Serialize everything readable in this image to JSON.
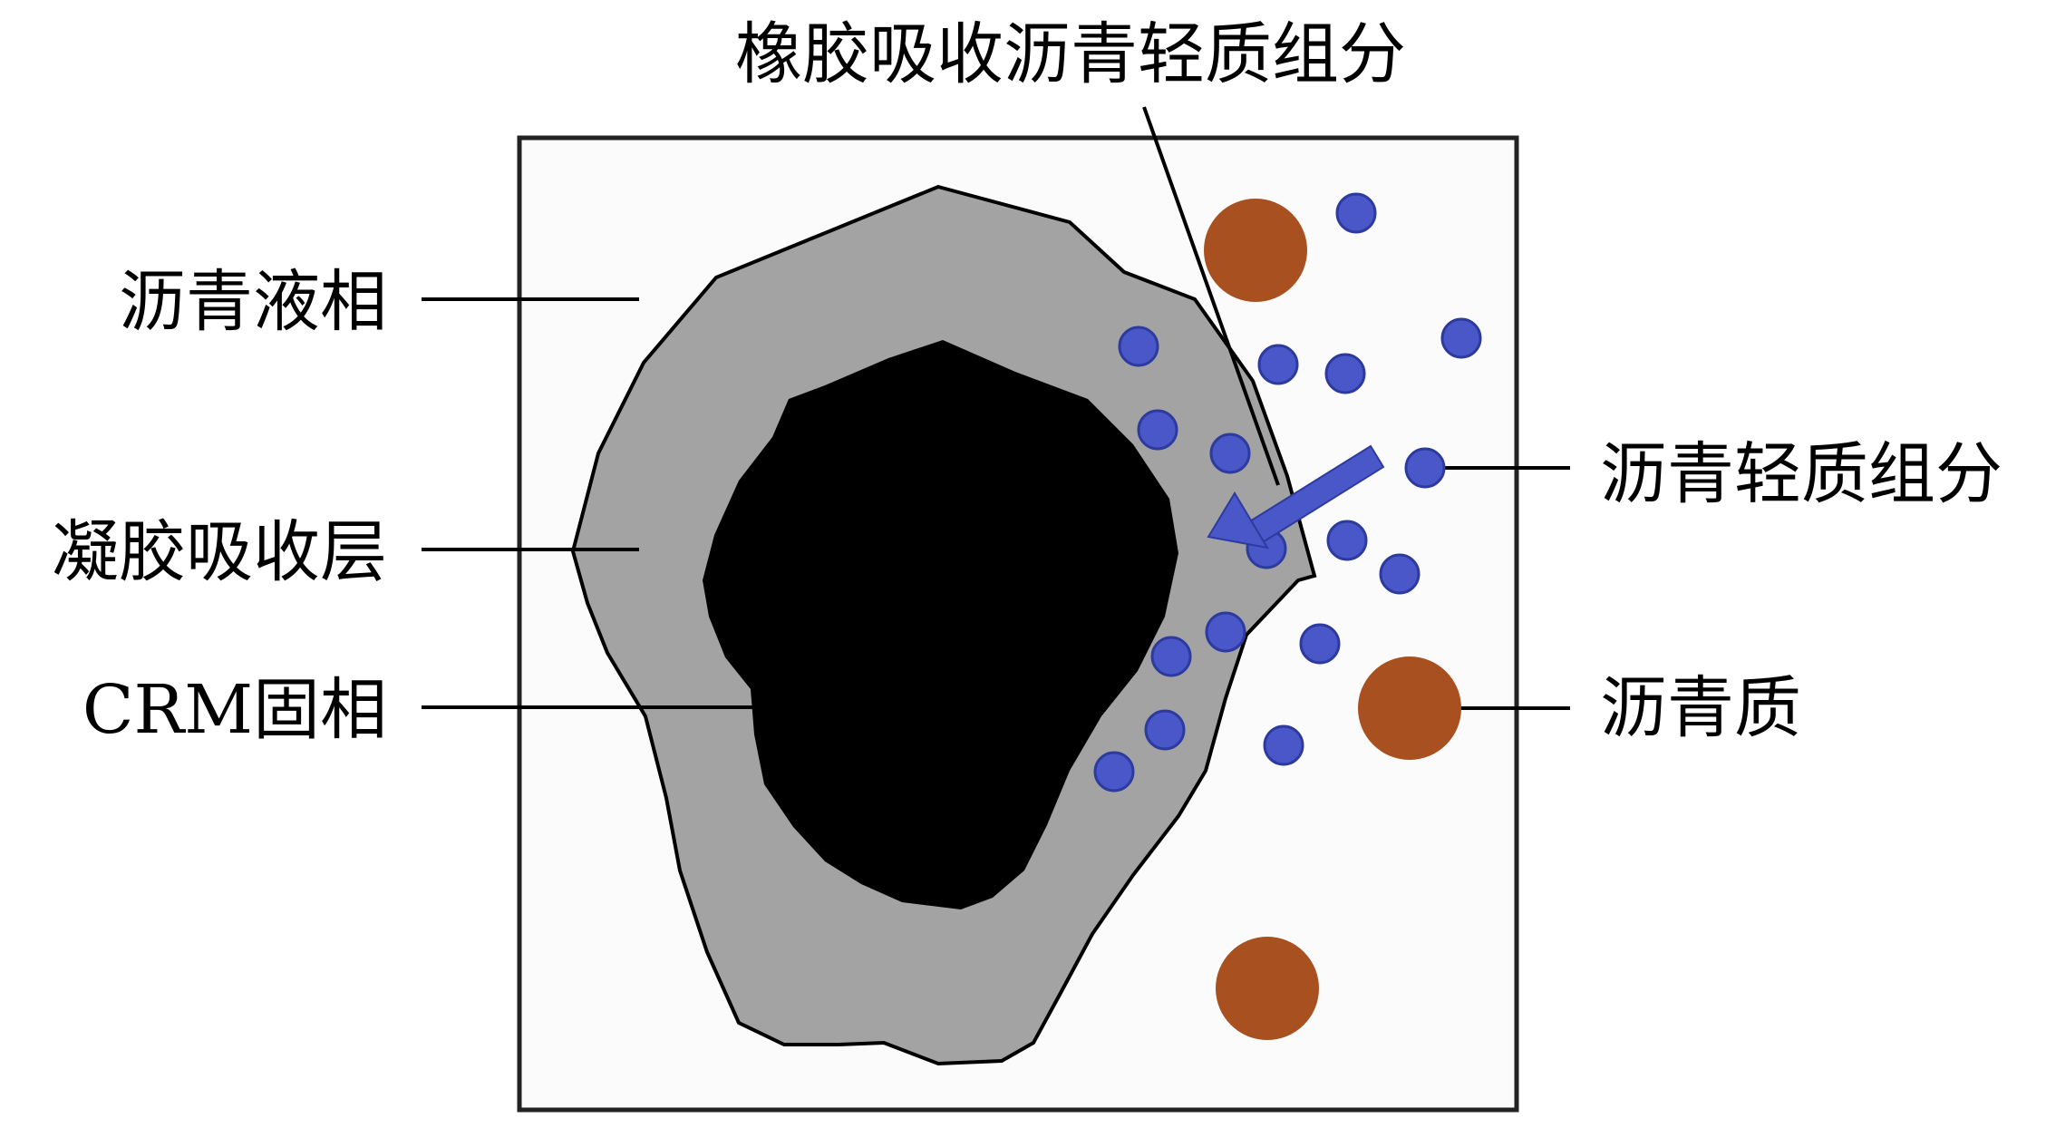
{
  "diagram": {
    "labels": {
      "top": "橡胶吸收沥青轻质组分",
      "liquid_phase": "沥青液相",
      "gel_layer": "凝胶吸收层",
      "crm_solid": "CRM固相",
      "light_components": "沥青轻质组分",
      "asphaltene": "沥青质"
    },
    "colors": {
      "background": "#ffffff",
      "box_fill": "#fbfbfb",
      "gel_layer": "#a3a3a3",
      "crm_core": "#000000",
      "light_component_dot": "#4a57c9",
      "asphaltene_particle": "#a8501f",
      "arrow": "#4a57c9"
    }
  }
}
